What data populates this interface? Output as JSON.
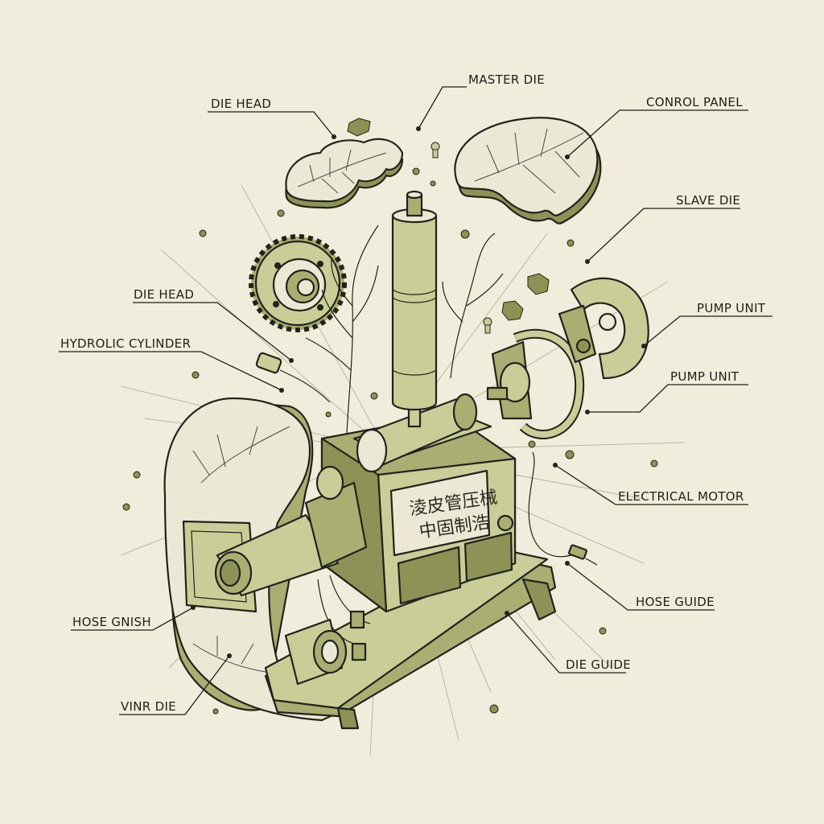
{
  "diagram": {
    "plate_text": [
      "淩皮管压械",
      "中固制浩"
    ],
    "labels": {
      "master_die": "MASTER DIE",
      "die_head_top": "DIE HEAD",
      "conrol_panel": "CONROL PANEL",
      "slave_die": "SLAVE DIE",
      "die_head_left": "DIE HEAD",
      "hydrolic_cylinder": "HYDROLIC CYLINDER",
      "pump_unit_1": "PUMP UNIT",
      "pump_unit_2": "PUMP UNIT",
      "electrical_motor": "ELECTRICAL MOTOR",
      "hose_guide": "HOSE GUIDE",
      "hose_gnish": "HOSE GNISH",
      "die_guide": "DIE GUIDE",
      "vinr_die": "VINR DIE"
    }
  },
  "colors": {
    "background": "#f1eddc",
    "body_fill": "#c9cd98",
    "body_shade": "#a9ae72",
    "body_dark": "#8d9257",
    "ink": "#22231b",
    "leaf_fill": "#ece8d6"
  }
}
